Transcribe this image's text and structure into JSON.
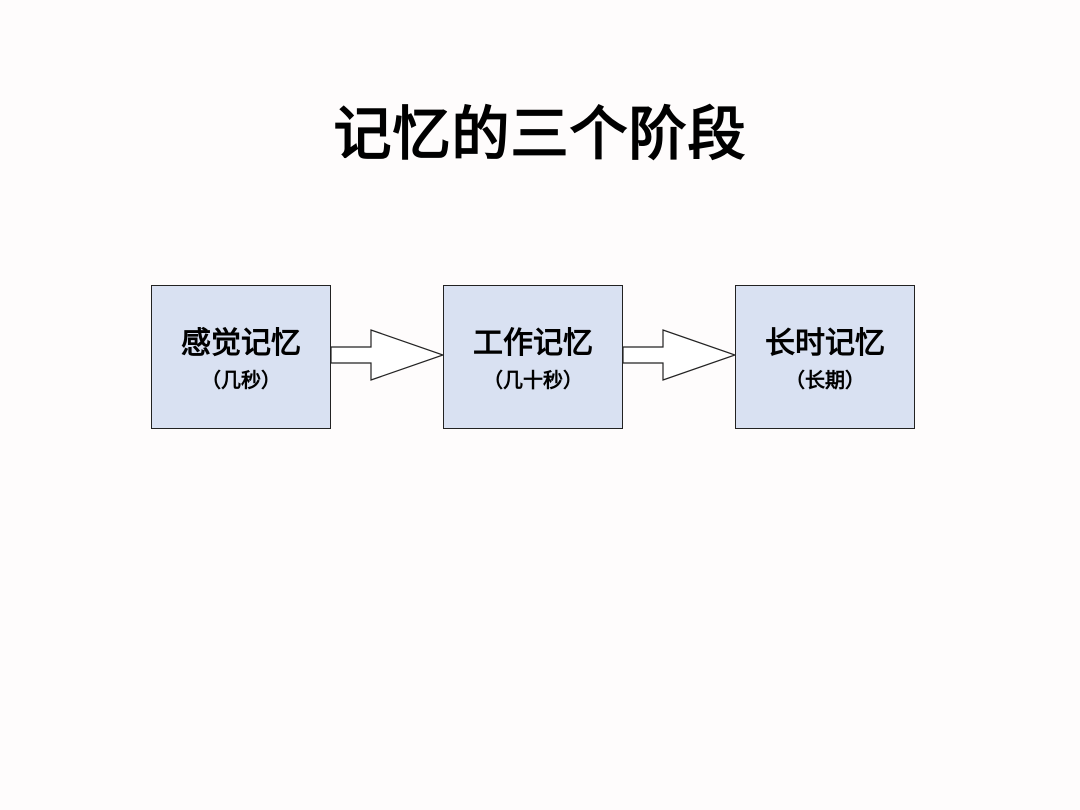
{
  "slide": {
    "title": "记忆的三个阶段"
  },
  "stages": [
    {
      "name": "感觉记忆",
      "duration": "（几秒）"
    },
    {
      "name": "工作记忆",
      "duration": "（几十秒）"
    },
    {
      "name": "长时记忆",
      "duration": "（长期）"
    }
  ],
  "colors": {
    "box_fill": "#d9e1f2",
    "box_border": "#222222",
    "arrow_fill": "#ffffff",
    "background": "#fefcfc"
  }
}
